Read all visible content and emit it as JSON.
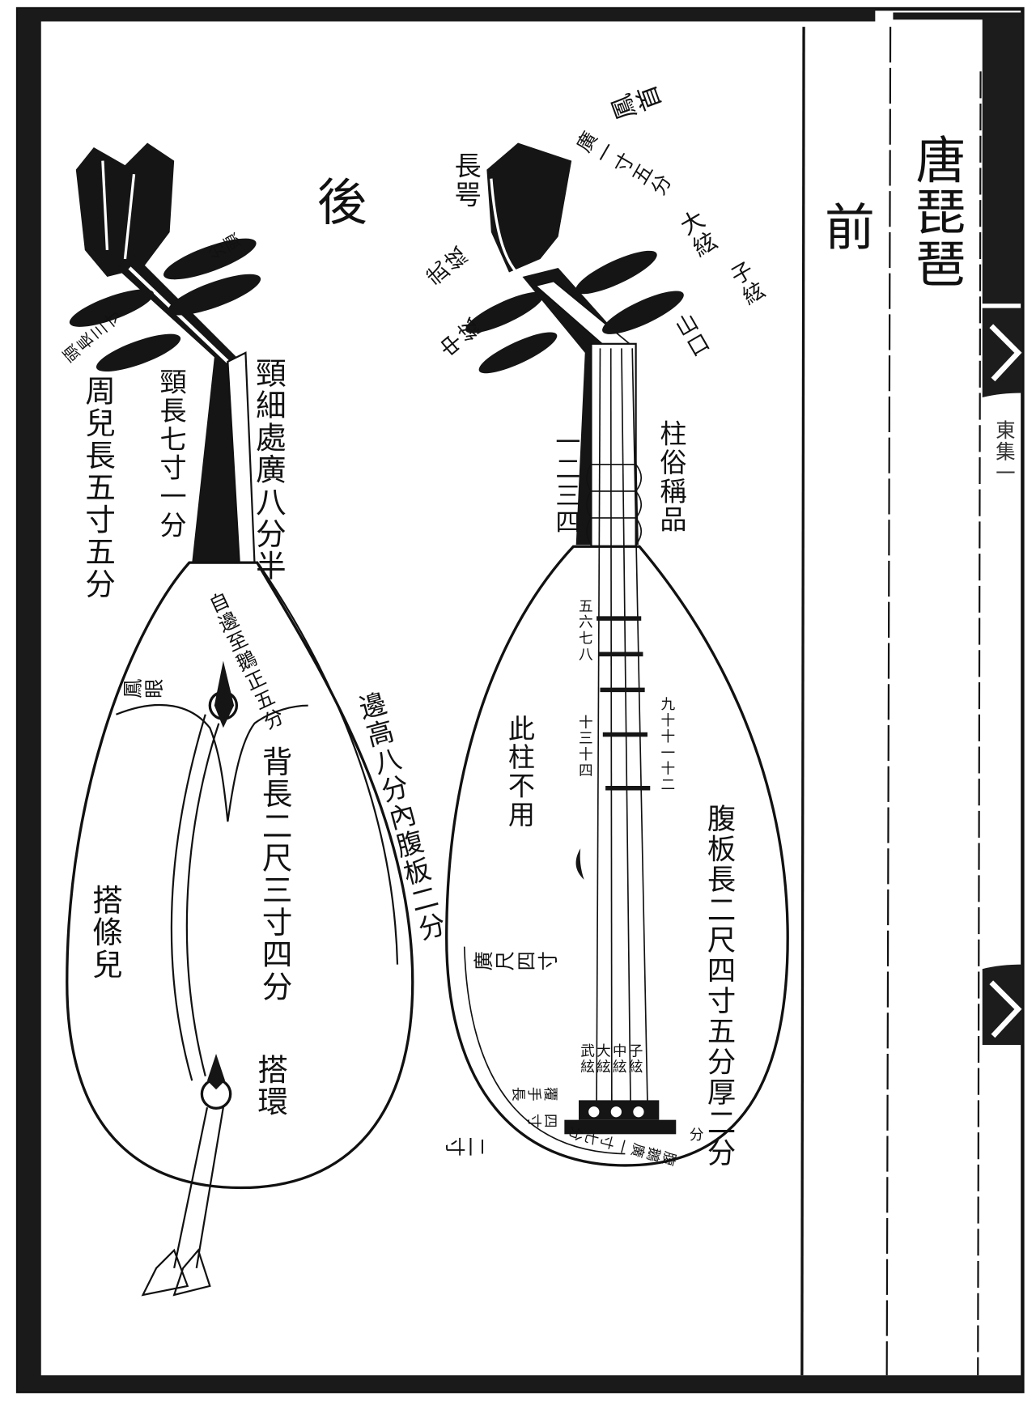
{
  "title": "唐琵琶",
  "sections": {
    "front": "前",
    "back": "後"
  },
  "margin_text": "東集一",
  "back_labels": {
    "neck_width": "頸細處廣八分半",
    "neck_length": "頸長七寸一分",
    "head_length": "周兒長五寸五分",
    "head_top": "頭長三寸",
    "peg_label": "分頭",
    "edge": "自邊至鵝正五分",
    "eye": "鳳眼",
    "back_length": "背長二尺三寸四分",
    "edge_height": "邊高八分內腹板二分",
    "strap_strip": "搭條兒",
    "strap_ring": "搭環"
  },
  "front_labels": {
    "phoenix_head": "鳳首",
    "head_piece": "長咢",
    "head_width": "廣一寸五分",
    "peg_da": "大絃",
    "peg_zi": "子絃",
    "nut": "山口",
    "peg_wu": "武絃",
    "peg_zhong": "中絃",
    "frets_name": "柱俗稱品",
    "frets_1_4": "一二三四",
    "frets_5_8": "五六七八",
    "frets_9_12": "九十十一十二",
    "frets_unused_nums": "十三十四",
    "fret_unused": "此柱不用",
    "face_length": "腹板長二尺四寸五分厚二分",
    "face_width": "廣尺四寸",
    "bridge_strings": [
      "武絃",
      "大絃",
      "中絃",
      "子絃"
    ],
    "bridge_left": "覆手長",
    "bridge_left2": "四寸",
    "bridge_bottom": "腹鵝廣一寸七分",
    "bottom_left": "二寸",
    "bridge_right": "分"
  }
}
